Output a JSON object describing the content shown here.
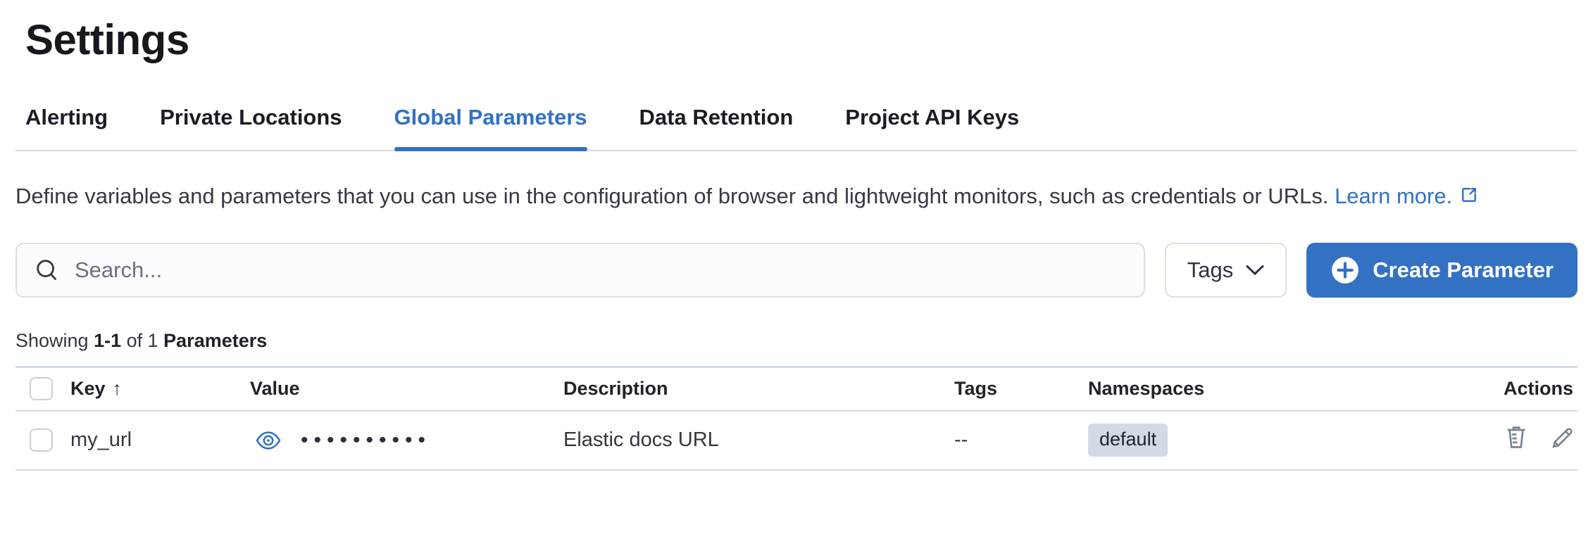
{
  "page": {
    "title": "Settings"
  },
  "tabs": [
    {
      "label": "Alerting",
      "active": false
    },
    {
      "label": "Private Locations",
      "active": false
    },
    {
      "label": "Global Parameters",
      "active": true
    },
    {
      "label": "Data Retention",
      "active": false
    },
    {
      "label": "Project API Keys",
      "active": false
    }
  ],
  "description": {
    "text": "Define variables and parameters that you can use in the configuration of browser and lightweight monitors, such as credentials or URLs.",
    "link_label": "Learn more."
  },
  "toolbar": {
    "search_placeholder": "Search...",
    "search_value": "",
    "tags_label": "Tags",
    "create_label": "Create Parameter"
  },
  "summary": {
    "showing": "Showing ",
    "range": "1-1",
    "of": " of 1 ",
    "entity": "Parameters"
  },
  "table": {
    "columns": [
      "Key",
      "Value",
      "Description",
      "Tags",
      "Namespaces",
      "Actions"
    ],
    "rows": [
      {
        "key": "my_url",
        "value_masked": "••••••••••",
        "description": "Elastic docs URL",
        "tags": "--",
        "namespace": "default"
      }
    ]
  },
  "icons": {
    "sort_ascending": "↑"
  },
  "colors": {
    "primary": "#3371c3",
    "border": "#d3dae6",
    "badge_bg": "#d3dae6",
    "text_dark": "#1a1d26",
    "text_body": "#343741",
    "placeholder": "#69707d",
    "icon_gray": "#7b8494"
  }
}
